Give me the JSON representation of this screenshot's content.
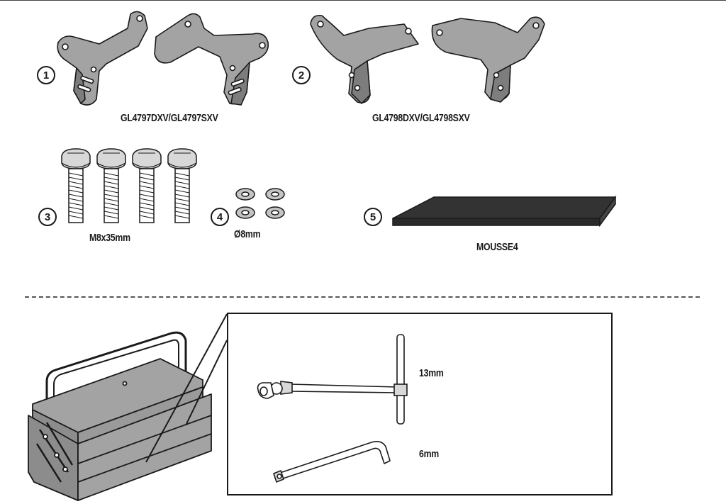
{
  "parts": [
    {
      "number": "1",
      "label": "GL4797DXV/GL4797SXV"
    },
    {
      "number": "2",
      "label": "GL4798DXV/GL4798SXV"
    },
    {
      "number": "3",
      "label": "M8x35mm"
    },
    {
      "number": "4",
      "label": "Ø8mm"
    },
    {
      "number": "5",
      "label": "MOUSSE4"
    }
  ],
  "tools": {
    "t_wrench_size": "13mm",
    "allen_key_size": "6mm"
  },
  "colors": {
    "line": "#1a1a1a",
    "metal": "#a3a3a3",
    "metal_dark": "#7d7d7d",
    "foam": "#333333"
  }
}
